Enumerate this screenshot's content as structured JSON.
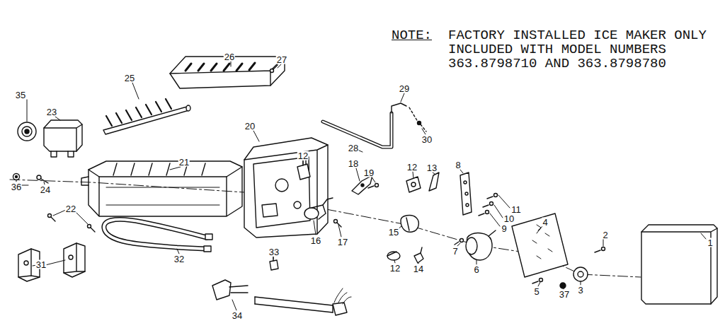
{
  "diagram": {
    "labels": [
      "NOTE:",
      "FACTORY INSTALLED ICE MAKER ONLY INCLUDED WITH MODEL NUMBERS 363.8798710 AND 363.8798780",
      "35",
      "23",
      "25",
      "26",
      "27",
      "29",
      "20",
      "28",
      "30",
      "12",
      "18",
      "12",
      "13",
      "8",
      "21",
      "19",
      "36",
      "24",
      "11",
      "22",
      "10",
      "9",
      "4",
      "2",
      "1",
      "16",
      "17",
      "15",
      "7",
      "33",
      "32",
      "31",
      "12",
      "14",
      "6",
      "5",
      "37",
      "3",
      "34"
    ]
  }
}
